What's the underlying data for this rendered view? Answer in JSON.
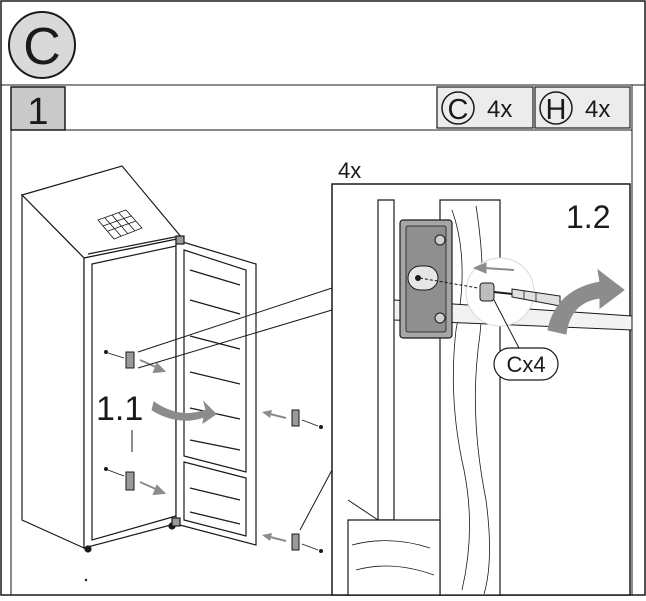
{
  "section_letter": "C",
  "step_number": "1",
  "parts": [
    {
      "letter": "C",
      "count": "4x"
    },
    {
      "letter": "H",
      "count": "4x"
    }
  ],
  "detail_multiplier": "4x",
  "detail_step": "1.2",
  "main_step": "1.1",
  "screw_callout": "Cx4",
  "colors": {
    "panel_gray": "#c9c9c9",
    "header_gray": "#d9d9d9",
    "bracket_gray": "#9a9a9a",
    "line": "#1a1a1a",
    "arrow_gray": "#8c8c8c"
  }
}
